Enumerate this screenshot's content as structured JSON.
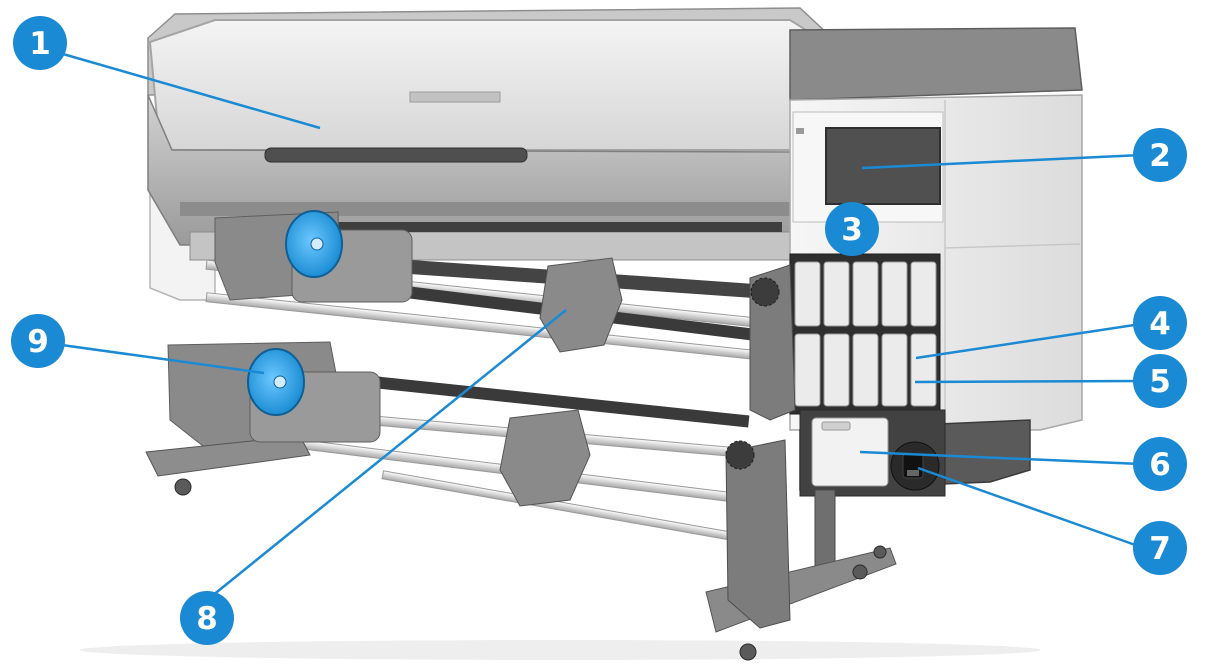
{
  "colors": {
    "callout": "#1a8ad4",
    "body_light": "#f0f0f0",
    "body_mid": "#b7b7b7",
    "body_dark": "#6b6b6b",
    "panel_dark": "#4a4a4a",
    "hub_blue": "#1ea4ee"
  },
  "callouts": [
    {
      "label": "1",
      "icon": "numbered-circle"
    },
    {
      "label": "2",
      "icon": "numbered-circle"
    },
    {
      "label": "3",
      "icon": "numbered-circle"
    },
    {
      "label": "4",
      "icon": "numbered-circle"
    },
    {
      "label": "5",
      "icon": "numbered-circle"
    },
    {
      "label": "6",
      "icon": "numbered-circle"
    },
    {
      "label": "7",
      "icon": "numbered-circle"
    },
    {
      "label": "8",
      "icon": "numbered-circle"
    },
    {
      "label": "9",
      "icon": "numbered-circle"
    }
  ]
}
